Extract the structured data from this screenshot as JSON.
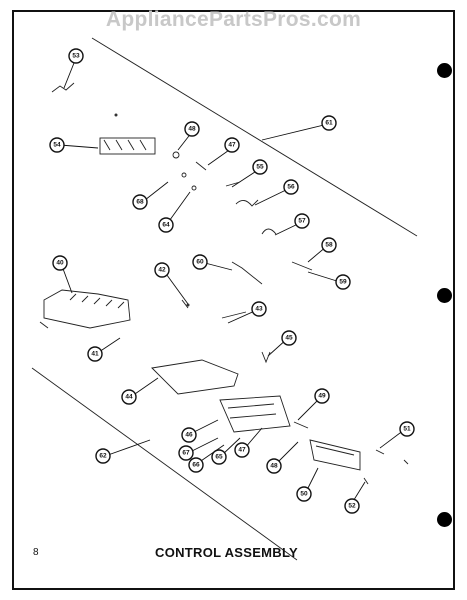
{
  "watermark": "AppliancePartsPros.com",
  "footer": {
    "page_number": "8",
    "caption": "CONTROL ASSEMBLY"
  },
  "callouts": [
    "53",
    "54",
    "48",
    "47",
    "61",
    "55",
    "68",
    "64",
    "56",
    "57",
    "58",
    "59",
    "60",
    "40",
    "42",
    "43",
    "45",
    "41",
    "44",
    "49",
    "51",
    "46",
    "67",
    "66",
    "65",
    "47",
    "48",
    "62",
    "50",
    "52"
  ],
  "colors": {
    "ink": "#111111",
    "watermark": "#c8c8c8",
    "paper": "#ffffff"
  }
}
